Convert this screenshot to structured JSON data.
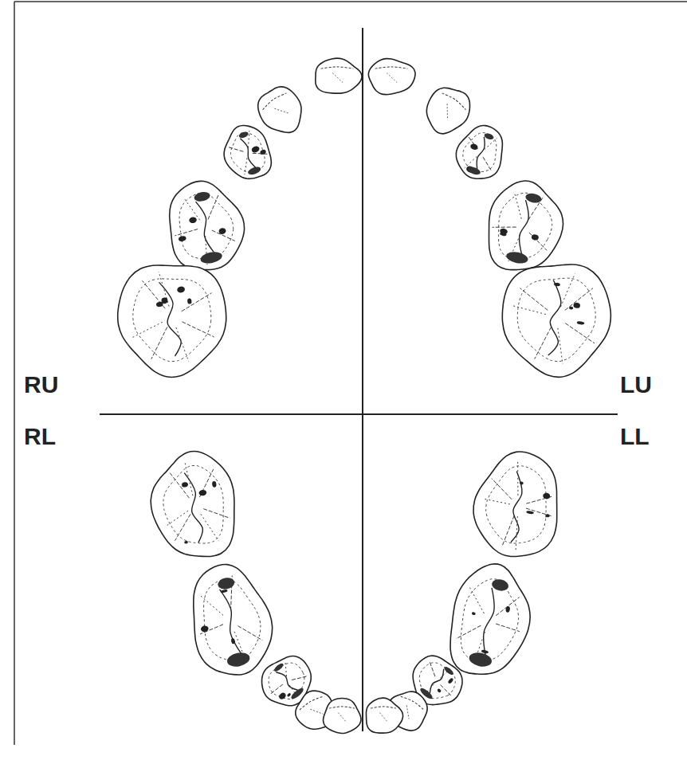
{
  "diagram": {
    "labels": [
      "RU",
      "LU",
      "RL",
      "LL"
    ]
  }
}
